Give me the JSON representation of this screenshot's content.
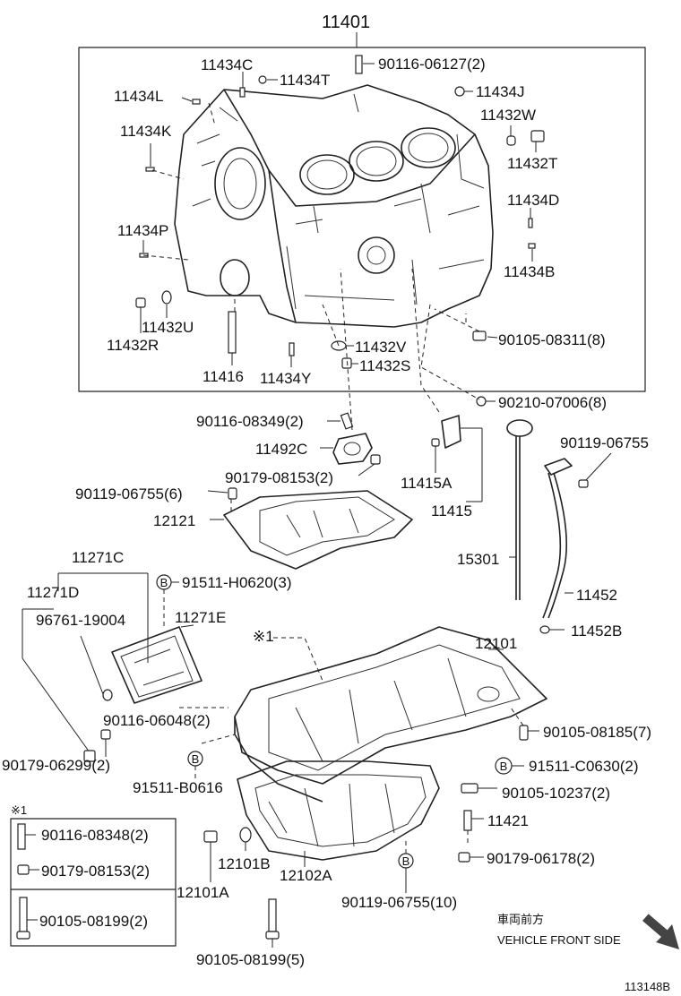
{
  "diagram": {
    "id_code": "113148B",
    "orientation": {
      "japanese": "車両前方",
      "english": "VEHICLE FRONT SIDE"
    },
    "note_symbol": "※1",
    "circle_marker": "B",
    "labels": [
      {
        "id": "11401",
        "text": "11401"
      },
      {
        "id": "11434C",
        "text": "11434C"
      },
      {
        "id": "11434T",
        "text": "11434T"
      },
      {
        "id": "90116-06127",
        "text": "90116-06127(2)"
      },
      {
        "id": "11434L",
        "text": "11434L"
      },
      {
        "id": "11434J",
        "text": "11434J"
      },
      {
        "id": "11432W",
        "text": "11432W"
      },
      {
        "id": "11434K",
        "text": "11434K"
      },
      {
        "id": "11432T",
        "text": "11432T"
      },
      {
        "id": "11434D",
        "text": "11434D"
      },
      {
        "id": "11434P",
        "text": "11434P"
      },
      {
        "id": "11434B",
        "text": "11434B"
      },
      {
        "id": "11432U",
        "text": "11432U"
      },
      {
        "id": "11432R",
        "text": "11432R"
      },
      {
        "id": "90105-08311",
        "text": "90105-08311(8)"
      },
      {
        "id": "11432V",
        "text": "11432V"
      },
      {
        "id": "11416",
        "text": "11416"
      },
      {
        "id": "11434Y",
        "text": "11434Y"
      },
      {
        "id": "11432S",
        "text": "11432S"
      },
      {
        "id": "90210-07006",
        "text": "90210-07006(8)"
      },
      {
        "id": "90116-08349",
        "text": "90116-08349(2)"
      },
      {
        "id": "11492C",
        "text": "11492C"
      },
      {
        "id": "90119-06755-a",
        "text": "90119-06755"
      },
      {
        "id": "90179-08153-a",
        "text": "90179-08153(2)"
      },
      {
        "id": "11415A",
        "text": "11415A"
      },
      {
        "id": "90119-06755-6",
        "text": "90119-06755(6)"
      },
      {
        "id": "11415",
        "text": "11415"
      },
      {
        "id": "12121",
        "text": "12121"
      },
      {
        "id": "15301",
        "text": "15301"
      },
      {
        "id": "11271C",
        "text": "11271C"
      },
      {
        "id": "91511-H0620",
        "text": "91511-H0620(3)"
      },
      {
        "id": "11271D",
        "text": "11271D"
      },
      {
        "id": "11452",
        "text": "11452"
      },
      {
        "id": "96761-19004",
        "text": "96761-19004"
      },
      {
        "id": "11271E",
        "text": "11271E"
      },
      {
        "id": "11452B",
        "text": "11452B"
      },
      {
        "id": "12101",
        "text": "12101"
      },
      {
        "id": "90116-06048",
        "text": "90116-06048(2)"
      },
      {
        "id": "90105-08185",
        "text": "90105-08185(7)"
      },
      {
        "id": "90179-06299",
        "text": "90179-06299(2)"
      },
      {
        "id": "91511-C0630",
        "text": "91511-C0630(2)"
      },
      {
        "id": "91511-B0616",
        "text": "91511-B0616"
      },
      {
        "id": "90105-10237",
        "text": "90105-10237(2)"
      },
      {
        "id": "11421",
        "text": "11421"
      },
      {
        "id": "90116-08348",
        "text": "90116-08348(2)"
      },
      {
        "id": "90179-08153-b",
        "text": "90179-08153(2)"
      },
      {
        "id": "12101B",
        "text": "12101B"
      },
      {
        "id": "90179-06178",
        "text": "90179-06178(2)"
      },
      {
        "id": "12101A",
        "text": "12101A"
      },
      {
        "id": "12102A",
        "text": "12102A"
      },
      {
        "id": "90119-06755-10",
        "text": "90119-06755(10)"
      },
      {
        "id": "90105-08199-2",
        "text": "90105-08199(2)"
      },
      {
        "id": "90105-08199-5",
        "text": "90105-08199(5)"
      }
    ]
  }
}
